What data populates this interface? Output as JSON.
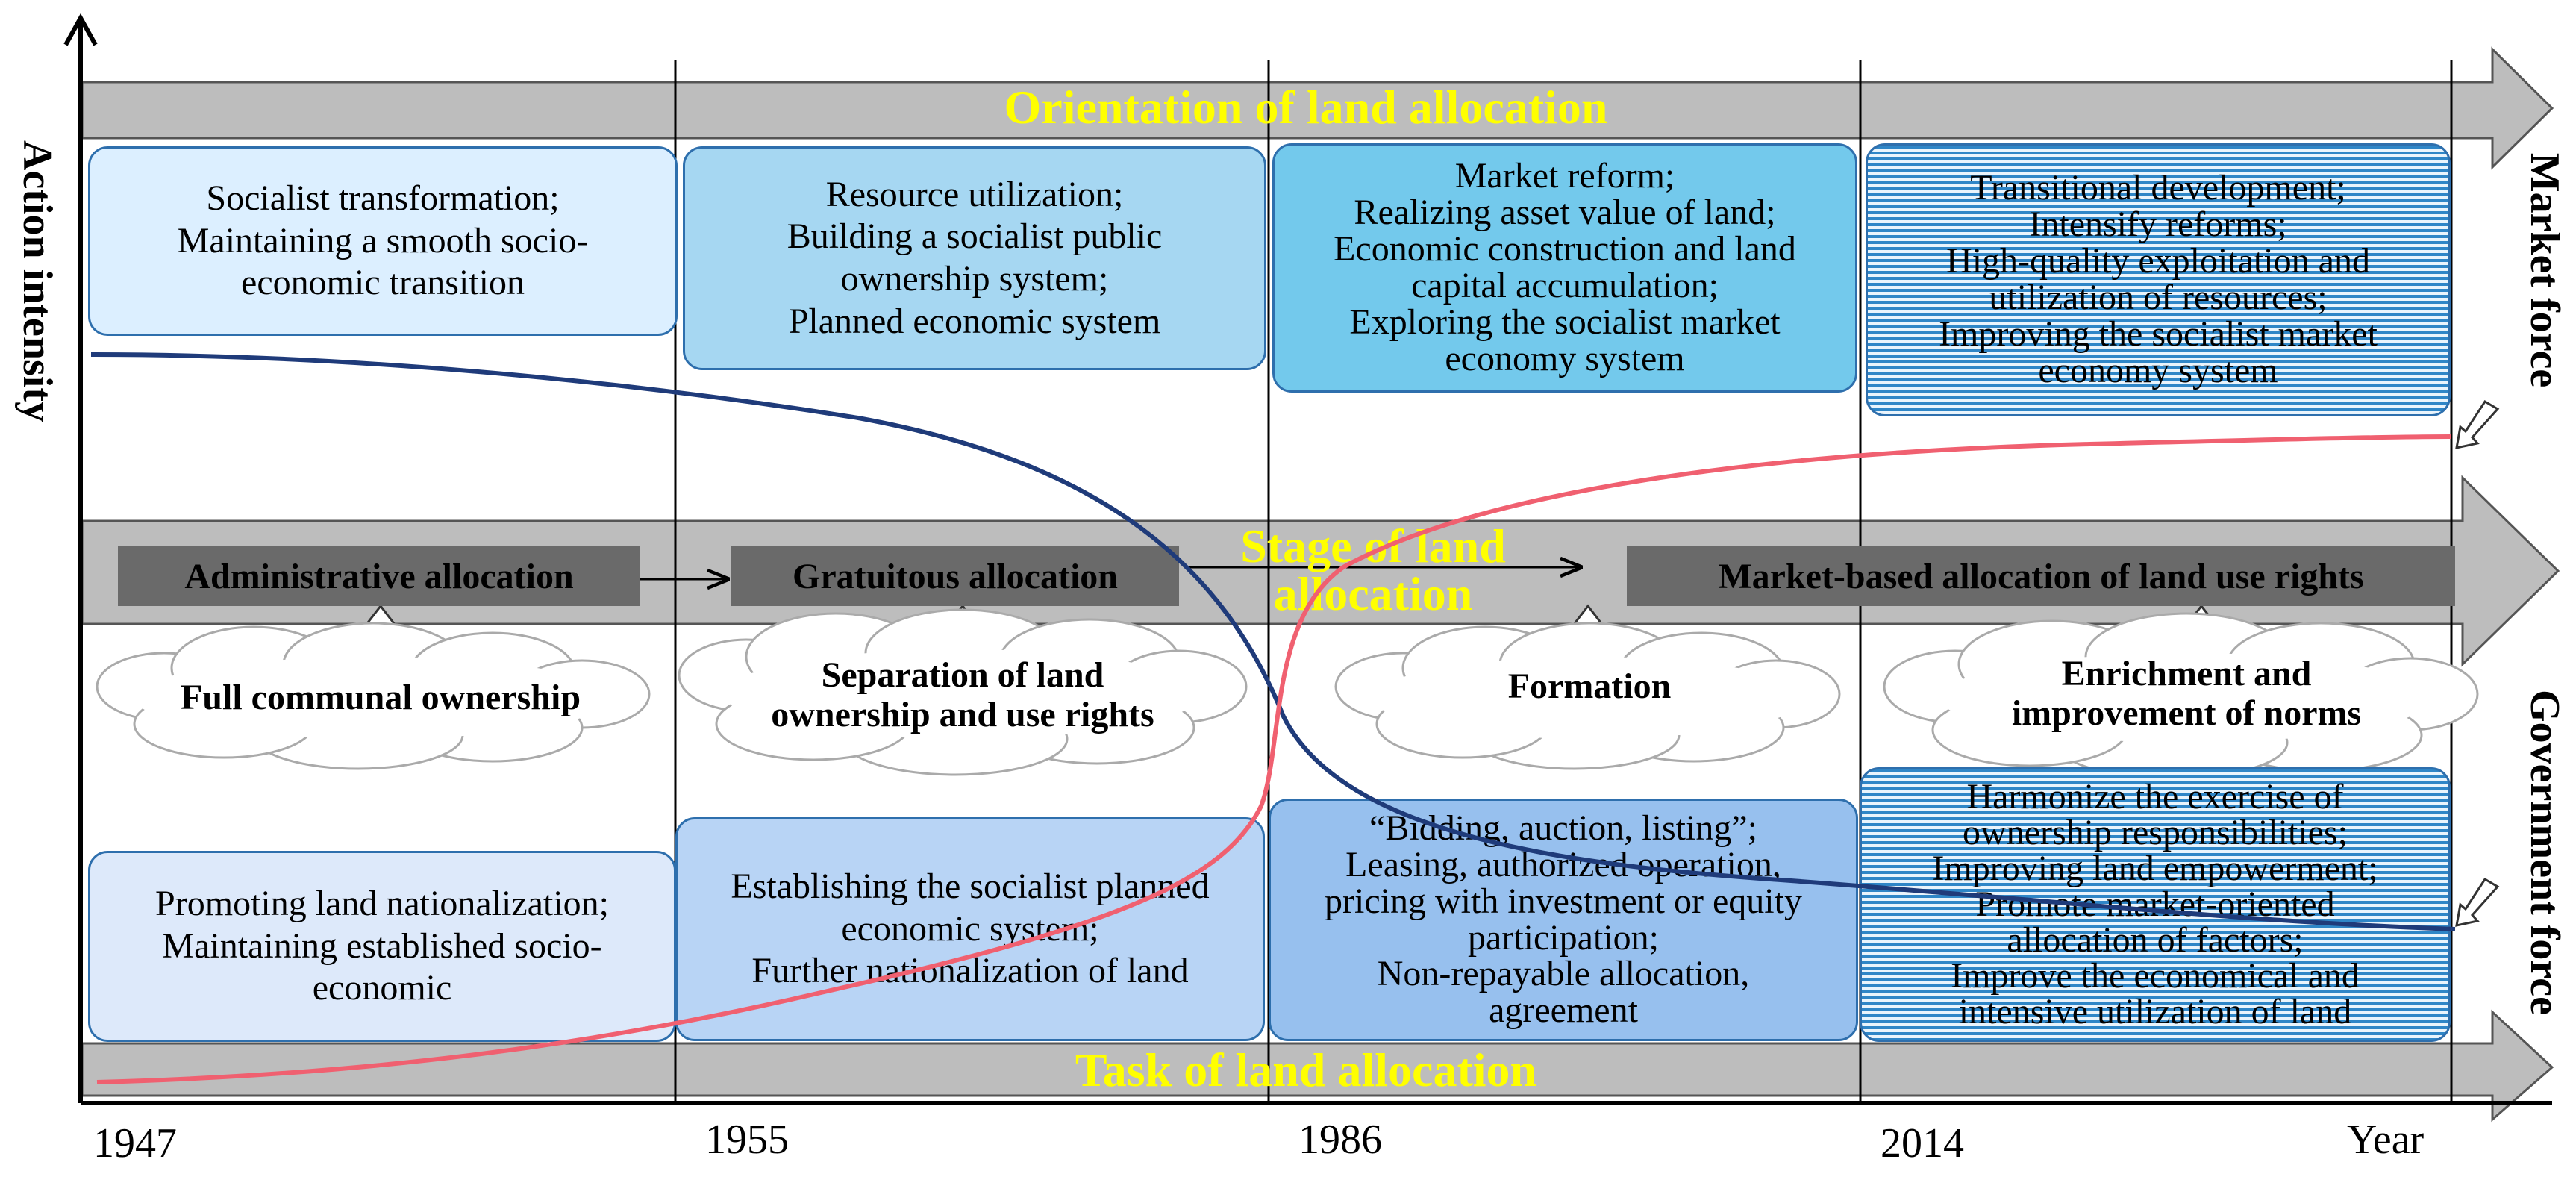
{
  "axis": {
    "y_label": "Action intensity",
    "x_label": "Year",
    "years": [
      "1947",
      "1955",
      "1986",
      "2014"
    ]
  },
  "right_labels": {
    "market_force": "Market force",
    "government_force": "Government force"
  },
  "bands": {
    "top": "Orientation of land allocation",
    "middle_line1": "Stage of land",
    "middle_line2": "allocation",
    "bottom": "Task of land allocation"
  },
  "orientation_boxes": [
    [
      "Socialist transformation;",
      "Maintaining a smooth socio-",
      "economic transition"
    ],
    [
      "Resource utilization;",
      "Building a socialist public",
      "ownership system;",
      "Planned economic system"
    ],
    [
      "Market reform;",
      "Realizing asset value of land;",
      "Economic construction and land",
      "capital accumulation;",
      "Exploring the socialist market",
      "economy system"
    ],
    [
      "Transitional development;",
      "Intensify reforms;",
      "High-quality exploitation and",
      "utilization of resources;",
      "Improving the socialist market",
      "economy system"
    ]
  ],
  "stages": [
    "Administrative allocation",
    "Gratuitous allocation",
    "Market-based allocation of land use rights"
  ],
  "clouds": [
    [
      "Full communal ownership"
    ],
    [
      "Separation of land",
      "ownership and use rights"
    ],
    [
      "Formation"
    ],
    [
      "Enrichment and",
      "improvement of norms"
    ]
  ],
  "task_boxes": [
    [
      "Promoting land nationalization;",
      "Maintaining established socio-",
      "economic"
    ],
    [
      "Establishing the socialist planned",
      "economic system;",
      "Further nationalization of land"
    ],
    [
      "“Bidding, auction, listing”;",
      "Leasing, authorized operation,",
      "pricing with investment or equity",
      "participation;",
      "Non-repayable allocation,",
      "agreement"
    ],
    [
      "Harmonize the exercise of",
      "ownership responsibilities;",
      "Improving land empowerment;",
      "Promote market-oriented",
      "allocation of factors;",
      "Improve the economical and",
      "intensive utilization of land"
    ]
  ],
  "colors": {
    "band": "#bdbdbd",
    "stage_box": "#6a6a6a",
    "band_text": "#ffff00",
    "market_curve": "#f06070",
    "government_curve": "#1f3b7a",
    "box_border": "#2e6fad"
  }
}
